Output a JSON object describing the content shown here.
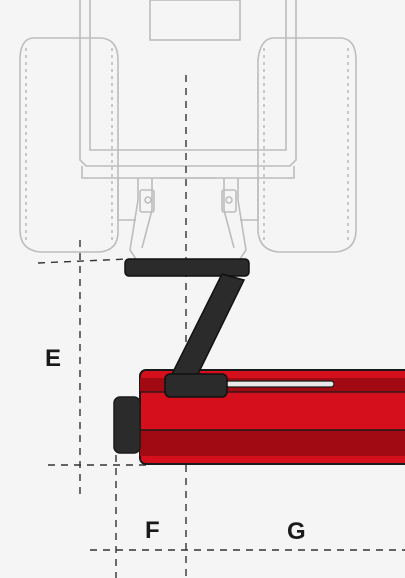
{
  "labels": {
    "e": "E",
    "f": "F",
    "g": "G"
  },
  "colors": {
    "background": "#f5f5f5",
    "tractor_outline": "#bdbdbd",
    "arm": "#2b2b2b",
    "mower_red": "#d50f1c",
    "mower_dark_red": "#a10a13",
    "dashed_line": "#333333"
  },
  "icons": {
    "tractor": "tractor-rear-outline-icon",
    "mower": "flail-mower-icon"
  }
}
